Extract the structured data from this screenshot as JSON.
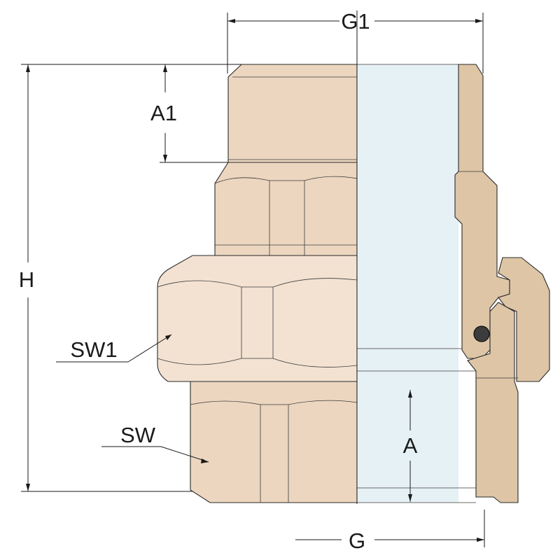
{
  "labels": {
    "g1": "G1",
    "a1": "A1",
    "h": "H",
    "sw1": "SW1",
    "sw": "SW",
    "a": "A",
    "g": "G"
  },
  "colors": {
    "body": "#ecd6c0",
    "nut": "#f3e2d2",
    "section": "#ddc5a6",
    "bore": "#e6f1f5",
    "seal": "#3c3c3c"
  }
}
